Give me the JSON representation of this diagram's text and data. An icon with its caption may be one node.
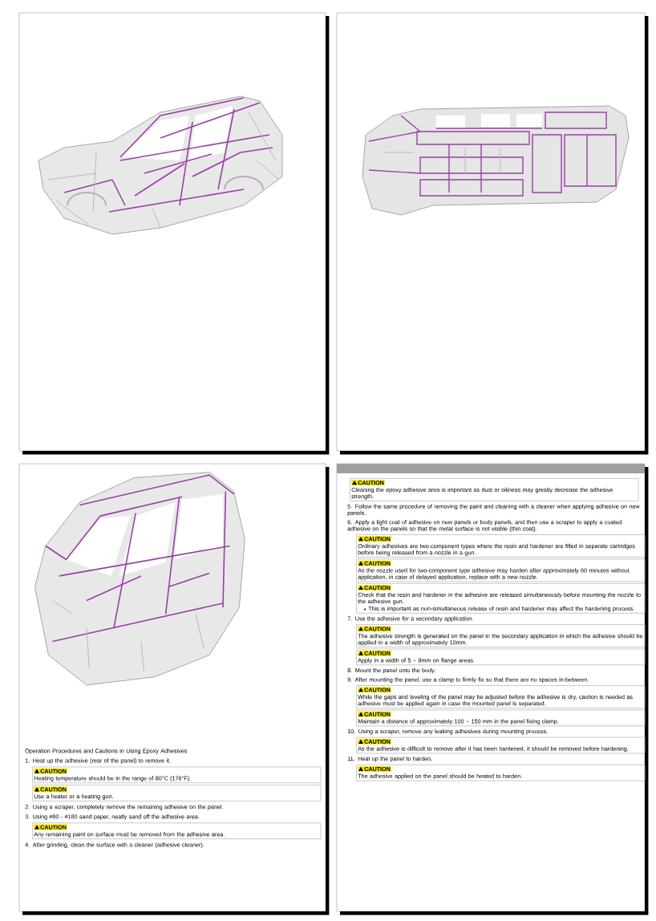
{
  "diagram": {
    "nodes": [
      {
        "text": [
          "CAUTION",
          "Heating temperature should be in the range of 80°C (176°F)."
        ]
      },
      {
        "text": [
          "CAUTION",
          "Use a heater or a heating gun."
        ]
      },
      {
        "text": [
          "CAUTION",
          "Any remaining paint on surface must be removed from the adhesive area."
        ]
      },
      {
        "text": [
          "CAUTION",
          "Cleaning the epoxy adhesive area is important as dust or oiliness may greatly decrease the adhesive strength."
        ]
      },
      {
        "text": [
          "CAUTION",
          "Ordinary adhesives are two-component types where the resin and hardener are filled in separate cartridges before being released from a nozzle in a gun."
        ]
      },
      {
        "text": [
          "CAUTION",
          "As the nozzle used for two-component type adhesive may harden after approximately 60 minutes without application, in case of delayed application, replace with a new nozzle."
        ]
      },
      {
        "text": [
          "CAUTION",
          "Check that the resin and hardener in the adhesive are released simultaneously before mounting the nozzle to the adhesive gun.",
          "This is important as non-simultaneous release of resin and hardener may affect the hardening process."
        ]
      },
      {
        "text": [
          "CAUTION",
          "The adhesive strength is generated on the panel in the secondary application in which the adhesive should be applied in a width of approximately 10mm."
        ]
      },
      {
        "text": [
          "CAUTION",
          "Apply in a width of 5 ~ 8mm on flange areas."
        ]
      },
      {
        "text": [
          "CAUTION",
          "While the gaps and leveling of the panel may be adjusted before the adhesive is dry, caution is needed as adhesive must be applied again in case the mounted panel is separated."
        ]
      },
      {
        "text": [
          "CAUTION",
          "Maintain a distance of approximately 100 ~ 150 mm in the panel fixing clamp."
        ]
      },
      {
        "text": [
          "CAUTION",
          "As the adhesive is difficult to remove after it has been hardened, it should be removed before hardening."
        ]
      },
      {
        "text": [
          "CAUTION",
          "The adhesive applied on the panel should be heated to harden."
        ]
      }
    ],
    "labels": [
      "Operation Procedures and Cautions in Using Epoxy Adhesives",
      "1. Heat up the adhesive (rear of the panel) to remove it.",
      "2. Using a scraper, completely remove the remaining adhesive on the panel.",
      "3. Using #80 - #180 sand paper, neatly sand off the adhesive area.",
      "4. After grinding, clean the surface with a cleaner (adhesive cleaner).",
      "5. Follow the same procedure of removing the paint and cleaning with a cleaner when applying adhesive on new panels.",
      "6. Apply a light coat of adhesive on new panels or body panels, and then use a scraper to apply a coated adhesive on the panels so that the metal surface is not visible (thin coat).",
      "7. Use the adhesive for a secondary application.",
      "8. Mount the panel onto the body.",
      "9. After mounting the panel, use a clamp to firmly fix so that there are no spaces in-between.",
      "10. Using a scraper, remove any leaking adhesives during mounting process.",
      "11. Heat up the panel to harden."
    ]
  }
}
